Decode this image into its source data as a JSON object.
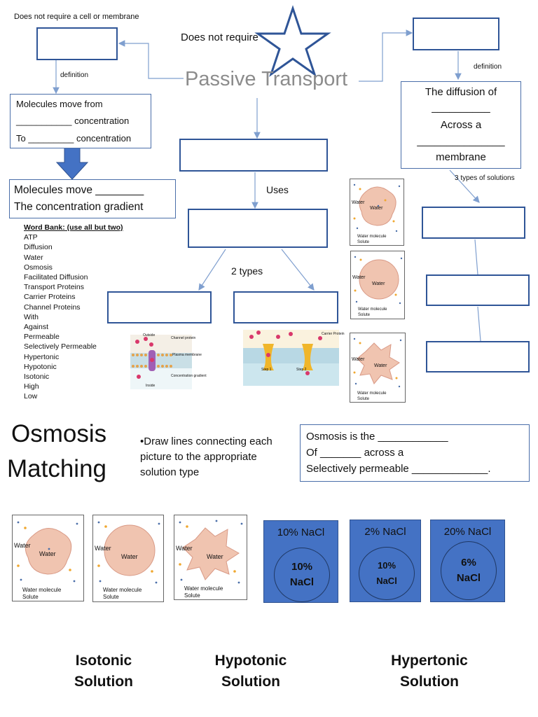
{
  "concept_map": {
    "top_left_note": "Does not require a cell or membrane",
    "does_not_require": "Does not require",
    "title": "Passive Transport",
    "definition_left": "definition",
    "definition_right": "definition",
    "molecules_move_from": "Molecules move from",
    "blank_concentration_1": "___________ concentration",
    "to_concentration": "To  _________ concentration",
    "molecules_move_line1": "Molecules move ________",
    "molecules_move_line2": "The concentration gradient",
    "diffusion_of": "The diffusion of",
    "blank_1": "__________",
    "across_a": "Across a",
    "blank_2": "_______________",
    "membrane": "membrane",
    "three_types": "3 types of solutions",
    "uses": "Uses",
    "two_types": "2 types"
  },
  "word_bank": {
    "heading": "Word Bank: (use all but two)",
    "words": [
      "ATP",
      "Diffusion",
      "Water",
      "Osmosis",
      "Facilitated Diffusion",
      "Transport Proteins",
      "Carrier Proteins",
      "Channel Proteins",
      "With",
      "Against",
      "Permeable",
      "Selectively Permeable",
      "Hypertonic",
      "Hypotonic",
      "Isotonic",
      "High",
      "Low"
    ]
  },
  "cell_labels": {
    "water": "Water",
    "water_molecule": "Water molecule",
    "solute": "Solute"
  },
  "protein_labels": {
    "outside": "Outside",
    "channel_protein": "Channel protein",
    "plasma_membrane": "Plasma membrane",
    "concentration_gradient": "Concentration gradient",
    "inside": "Inside",
    "carrier_protein": "Carrier Protein",
    "step1": "Step 1",
    "step2": "Step 2"
  },
  "osmosis": {
    "title_line1": "Osmosis",
    "title_line2": "Matching",
    "instruction": "•Draw lines connecting each picture to the appropriate solution type",
    "def_line1": "Osmosis is the ____________",
    "def_line2": "Of _______ across a",
    "def_line3": "Selectively permeable _____________."
  },
  "nacl_boxes": [
    {
      "outside": "10% NaCl",
      "inside_pct": "10%",
      "inside_unit": "NaCl"
    },
    {
      "outside": "2% NaCl",
      "inside_pct": "10%",
      "inside_unit": "NaCl"
    },
    {
      "outside": "20% NaCl",
      "inside_pct": "6%",
      "inside_unit": "NaCl"
    }
  ],
  "solutions": [
    {
      "line1": "Isotonic",
      "line2": "Solution"
    },
    {
      "line1": "Hypotonic",
      "line2": "Solution"
    },
    {
      "line1": "Hypertonic",
      "line2": "Solution"
    }
  ],
  "colors": {
    "box_border": "#2f5597",
    "nacl_fill": "#4472c4",
    "arrow_fill": "#4472c4",
    "connector": "#7f9fcf"
  }
}
